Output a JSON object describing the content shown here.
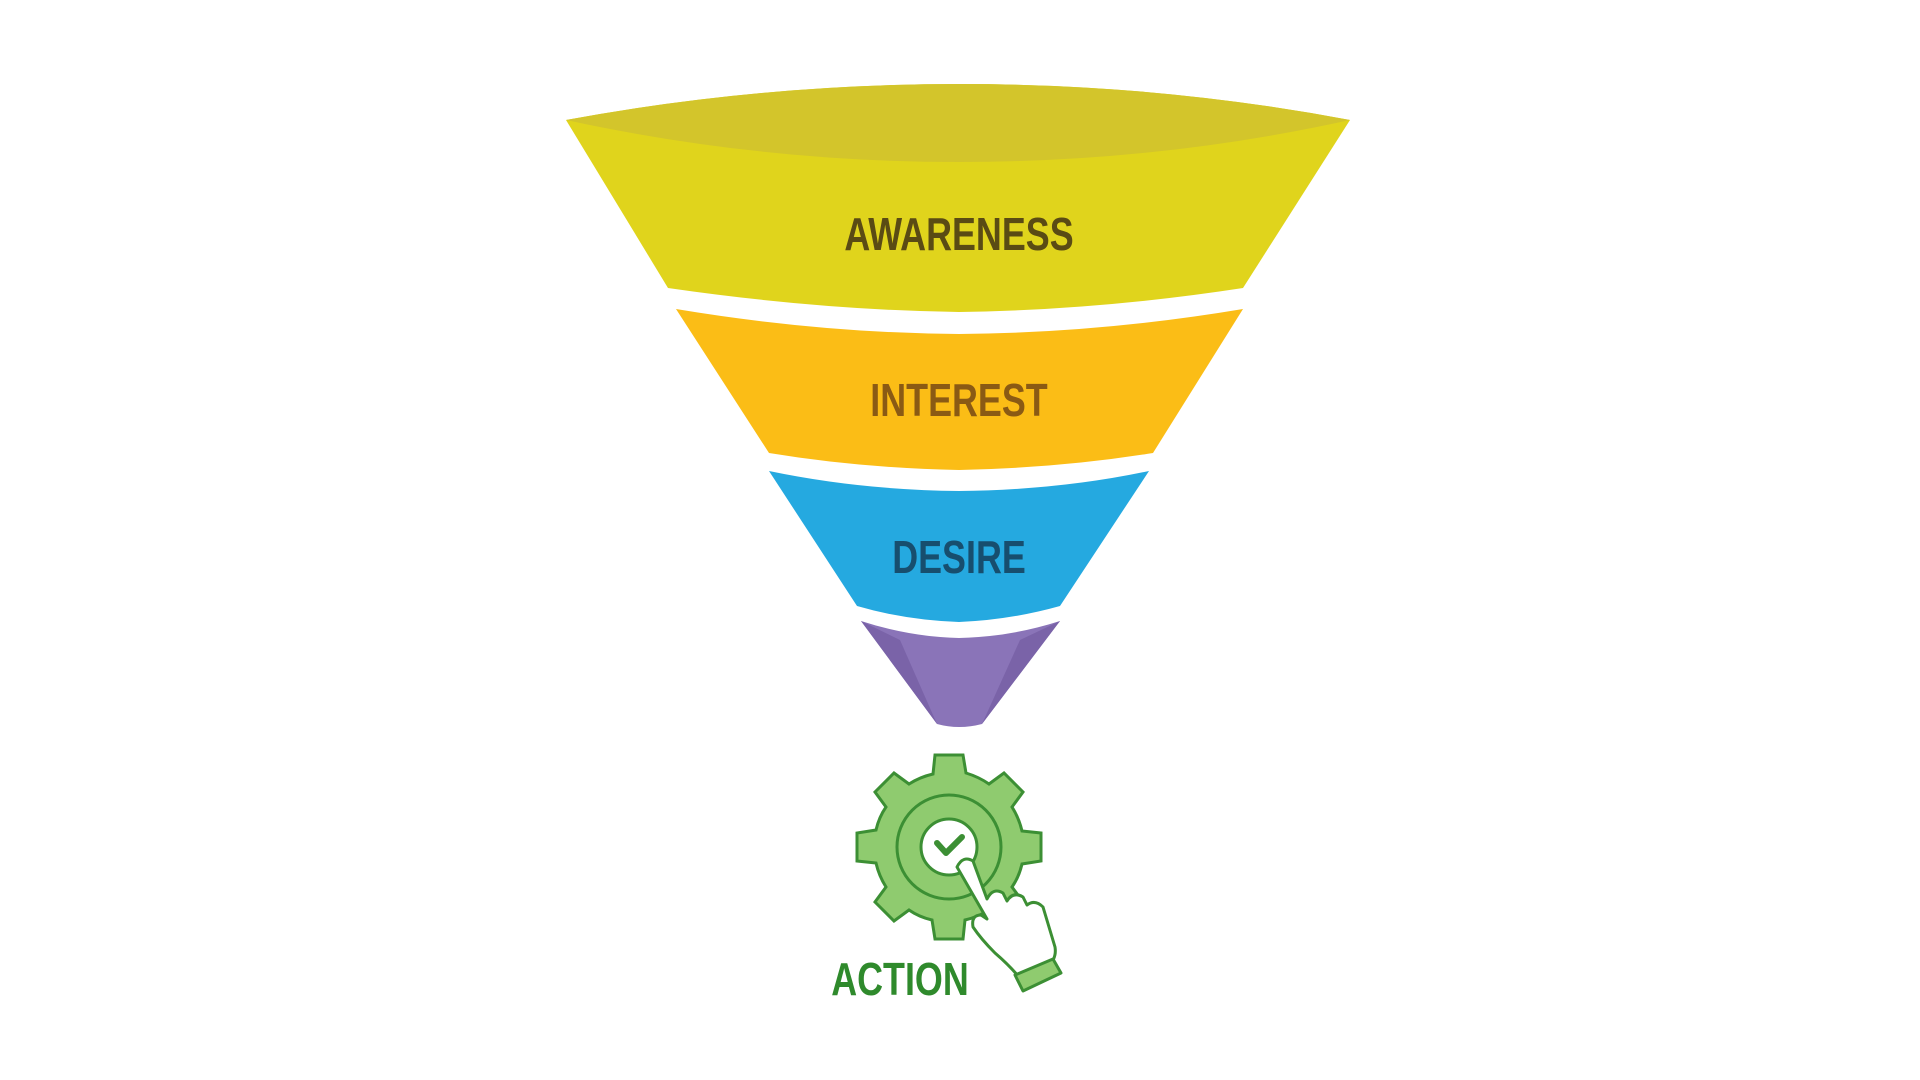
{
  "funnel": {
    "stages": [
      {
        "label": "AWARENESS",
        "color": "#e0d41c",
        "text_color": "#5a4b14"
      },
      {
        "label": "INTEREST",
        "color": "#fbbd16",
        "text_color": "#8a5a14"
      },
      {
        "label": "DESIRE",
        "color": "#25a9e0",
        "text_color": "#174e6e"
      },
      {
        "label": "",
        "color": "#8a74b8",
        "text_color": "#ffffff"
      }
    ],
    "action": {
      "label": "ACTION",
      "icon": "gear-click-check-icon",
      "color": "#2f8a2c",
      "fill": "#8fcb6f"
    }
  }
}
